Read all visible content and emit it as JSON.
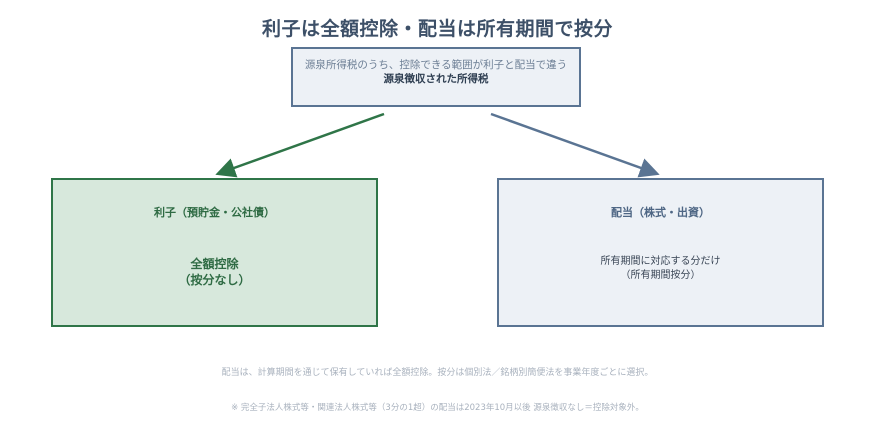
{
  "title": "利子は全額控除・配当は所有期間で按分",
  "top_box": {
    "subtitle": "源泉所得税のうち、控除できる範囲が利子と配当で違う",
    "label": "源泉徴収された所得税"
  },
  "left_box": {
    "heading": "利子（預貯金・公社債）",
    "body_line1": "全額控除",
    "body_line2": "（按分なし）"
  },
  "right_box": {
    "heading": "配当（株式・出資）",
    "body_line1": "所有期間に対応する分だけ",
    "body_line2": "（所有期間按分）"
  },
  "notes": {
    "note1": "配当は、計算期間を通じて保有していれば全額控除。按分は個別法／銘柄別簡便法を事業年度ごとに選択。",
    "note2": "※ 完全子法人株式等・関連法人株式等（3分の1超）の配当は2023年10月以後 源泉徴収なし＝控除対象外。"
  },
  "colors": {
    "green": "#2f7548",
    "blue": "#5a7493"
  }
}
